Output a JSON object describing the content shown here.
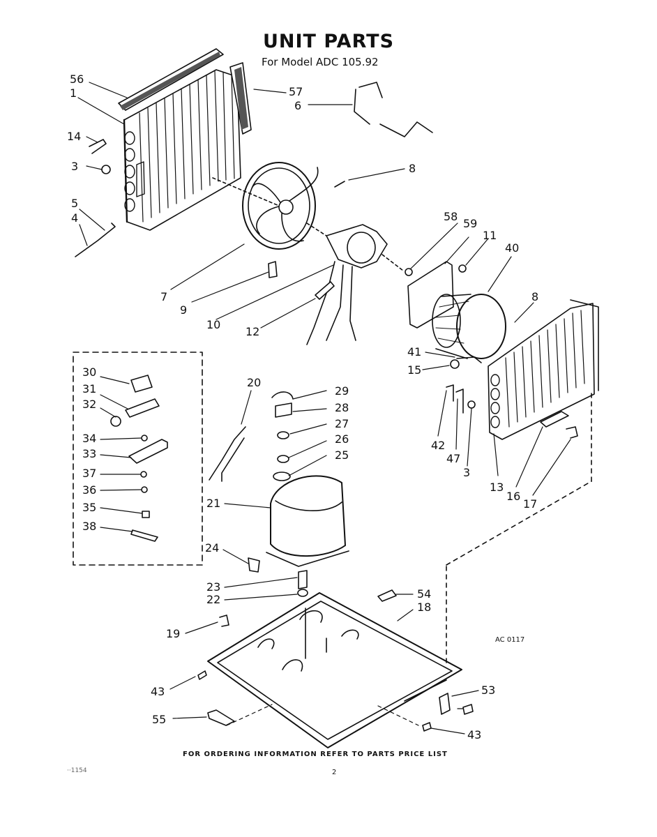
{
  "header": {
    "title": "UNIT PARTS",
    "subtitle": "For Model  ADC 105.92"
  },
  "callouts": [
    "56",
    "1",
    "57",
    "6",
    "14",
    "3",
    "8",
    "5",
    "4",
    "58",
    "59",
    "11",
    "40",
    "7",
    "9",
    "10",
    "12",
    "8",
    "41",
    "15",
    "30",
    "20",
    "29",
    "31",
    "28",
    "32",
    "27",
    "34",
    "26",
    "33",
    "25",
    "37",
    "36",
    "21",
    "35",
    "38",
    "42",
    "47",
    "3",
    "13",
    "16",
    "17",
    "24",
    "23",
    "22",
    "54",
    "18",
    "19",
    "43",
    "53",
    "55",
    "43"
  ],
  "diagram_code": "AC 0117",
  "footer": {
    "note": "FOR ORDERING INFORMATION REFER TO PARTS PRICE LIST",
    "page": "2",
    "doc_code": "··1154"
  }
}
